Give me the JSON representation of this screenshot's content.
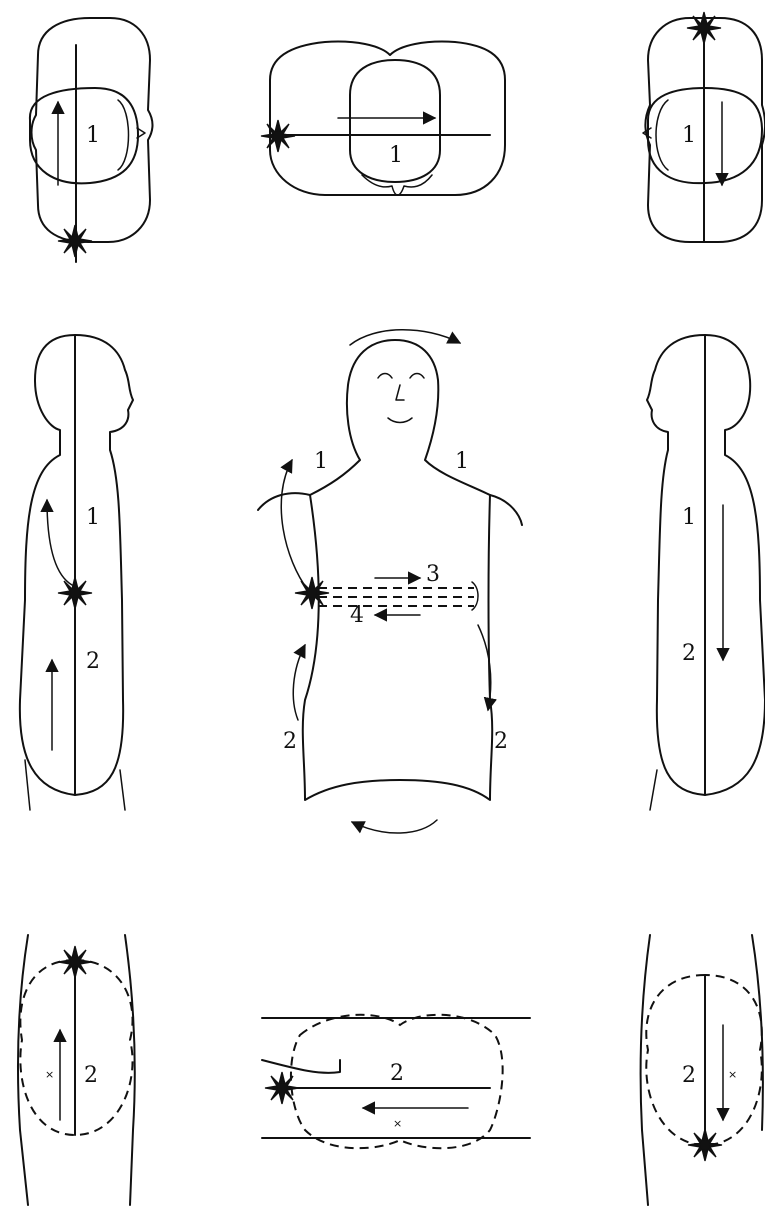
{
  "labels": {
    "top_left": "1",
    "top_center": "1",
    "top_right": "1",
    "mid_left_upper": "1",
    "mid_left_lower": "2",
    "mid_center_left_shoulder": "1",
    "mid_center_right_shoulder": "1",
    "mid_center_arrow_3": "3",
    "mid_center_arrow_4": "4",
    "mid_center_left_hip": "2",
    "mid_center_right_hip": "2",
    "mid_right_upper": "1",
    "mid_right_lower": "2",
    "bottom_left": "2",
    "bottom_center": "2",
    "bottom_right": "2"
  },
  "symbols": {
    "cross": "×"
  }
}
